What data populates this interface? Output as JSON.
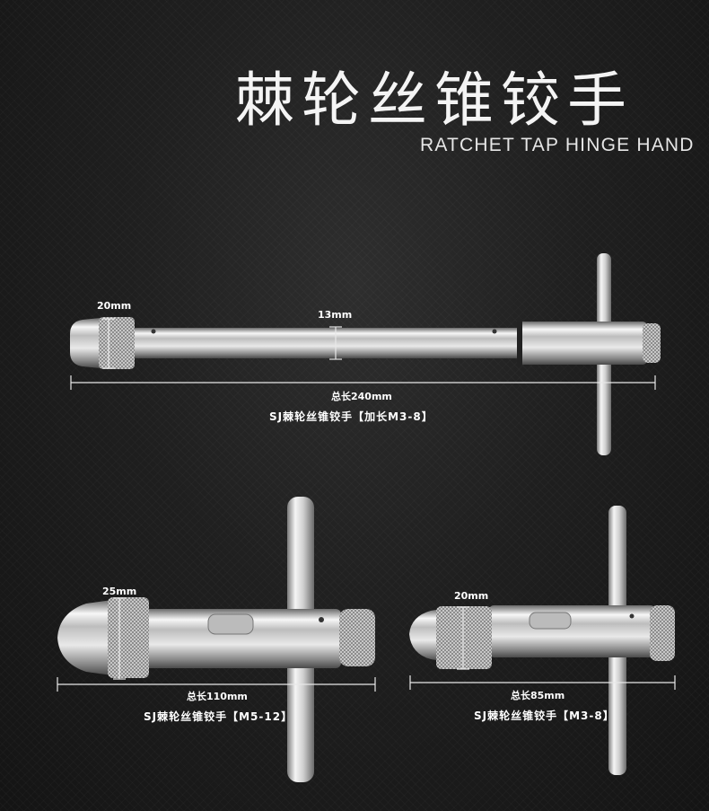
{
  "header": {
    "title_cn": "棘轮丝锥铰手",
    "title_en": "RATCHET TAP HINGE HAND"
  },
  "tool_long": {
    "chuck_dim": "20mm",
    "shaft_dim": "13mm",
    "total_length": "总长240mm",
    "caption": "SJ棘轮丝锥铰手【加长M3-8】"
  },
  "tool_medium": {
    "chuck_dim": "25mm",
    "total_length": "总长110mm",
    "caption": "SJ棘轮丝锥铰手【M5-12】"
  },
  "tool_short": {
    "chuck_dim": "20mm",
    "total_length": "总长85mm",
    "caption": "SJ棘轮丝锥铰手【M3-8】"
  }
}
